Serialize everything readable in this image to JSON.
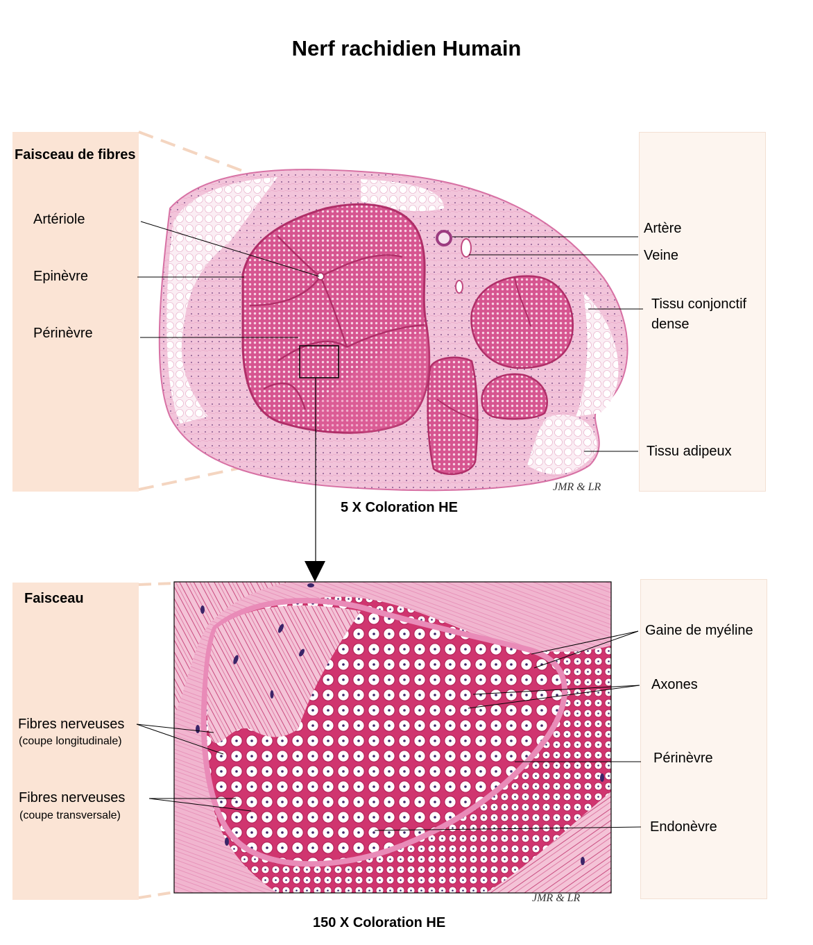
{
  "title": "Nerf rachidien Humain",
  "top_panel": {
    "header": "Faisceau de fibres",
    "left_labels": {
      "arteriole": "Artériole",
      "epinevre": "Epinèvre",
      "perinevre": "Périnèvre"
    },
    "right_labels": {
      "artere": "Artère",
      "veine": "Veine",
      "tissu_conjonctif_line1": "Tissu conjonctif",
      "tissu_conjonctif_line2": "dense",
      "tissu_adipeux": "Tissu adipeux"
    },
    "signature": "JMR  & LR",
    "caption": "5 X Coloration HE"
  },
  "bottom_panel": {
    "header": "Faisceau",
    "left_labels": {
      "fibres_long": "Fibres nerveuses",
      "fibres_long_sub": "(coupe longitudinale)",
      "fibres_trans": "Fibres nerveuses",
      "fibres_trans_sub": "(coupe transversale)"
    },
    "right_labels": {
      "gaine": "Gaine de myéline",
      "axones": "Axones",
      "perinevre": "Périnèvre",
      "endonevre": "Endonèvre"
    },
    "signature": "JMR  & LR",
    "caption": "150 X Coloration HE"
  },
  "colors": {
    "panel_left": "#fbe4d5",
    "panel_right": "#fdf5ef",
    "tissue_light": "#f3c8dc",
    "tissue_pink": "#e98bb8",
    "fascicle": "#d9568e",
    "myelin": "#d0356f",
    "nucleus": "#3a2468"
  }
}
